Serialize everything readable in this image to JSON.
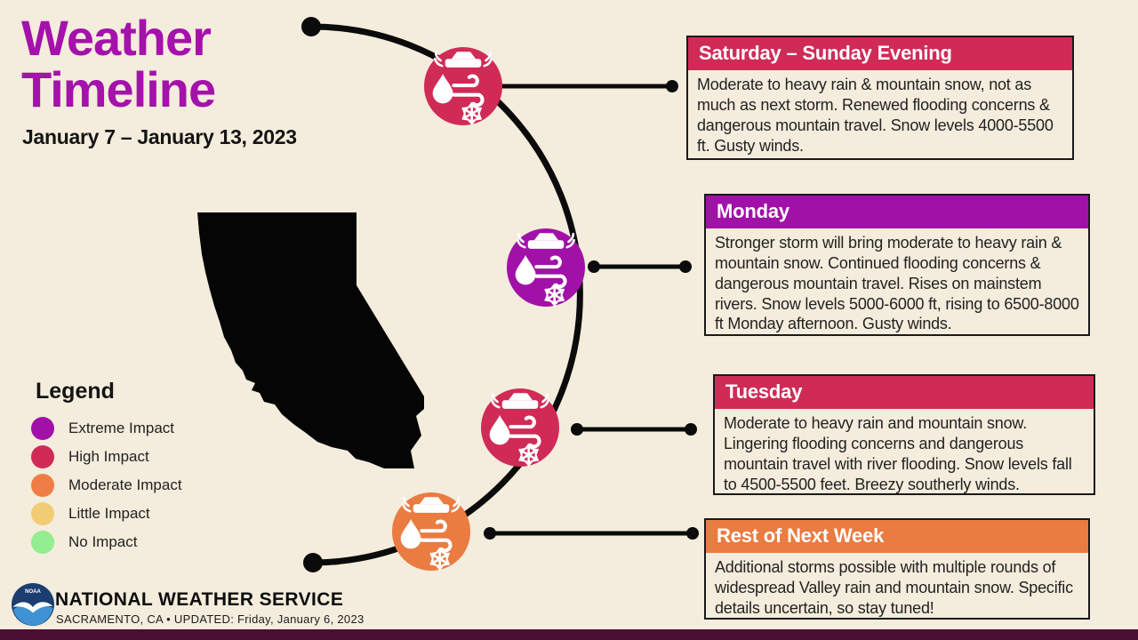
{
  "header": {
    "title_line1": "Weather",
    "title_line2": "Timeline",
    "date_range": "January 7 – January 13, 2023",
    "title_color": "#a411ab",
    "background_color": "#f4ecdc"
  },
  "legend": {
    "title": "Legend",
    "items": [
      {
        "label": "Extreme Impact",
        "color": "#a111a8"
      },
      {
        "label": "High Impact",
        "color": "#d02b57"
      },
      {
        "label": "Moderate Impact",
        "color": "#ef7d45"
      },
      {
        "label": "Little Impact",
        "color": "#f2cc75"
      },
      {
        "label": "No Impact",
        "color": "#92ee8e"
      }
    ]
  },
  "timeline": {
    "events": [
      {
        "title": "Saturday – Sunday Evening",
        "impact": "High Impact",
        "color": "#d02b57",
        "description": "Moderate to heavy rain & mountain snow, not as much as next storm. Renewed flooding concerns & dangerous mountain travel. Snow levels 4000-5500 ft. Gusty winds."
      },
      {
        "title": "Monday",
        "impact": "Extreme Impact",
        "color": "#a111a8",
        "description": "Stronger storm will bring moderate to heavy rain & mountain snow. Continued flooding concerns & dangerous mountain travel. Rises on mainstem rivers. Snow levels 5000-6000 ft, rising to 6500-8000 ft Monday afternoon. Gusty winds."
      },
      {
        "title": "Tuesday",
        "impact": "High Impact",
        "color": "#d02b57",
        "description": "Moderate to heavy rain and mountain snow. Lingering flooding concerns and dangerous mountain travel with river flooding. Snow levels fall to 4500-5500 feet. Breezy southerly winds."
      },
      {
        "title": "Rest of Next Week",
        "impact": "Moderate Impact",
        "color": "#ea7b41",
        "description": "Additional storms possible with multiple rounds of widespread Valley rain and mountain snow. Specific details uncertain, so stay tuned!"
      }
    ],
    "node_glyphs": [
      "car-splash-icon",
      "raindrop-icon",
      "wind-icon",
      "snowflake-icon"
    ],
    "map_region": "California"
  },
  "footer": {
    "org": "NATIONAL WEATHER SERVICE",
    "sub": "SACRAMENTO,  CA   •   UPDATED:  Friday,  January 6,  2023",
    "logo": "noaa-logo",
    "bar_color": "#4a0f31"
  }
}
